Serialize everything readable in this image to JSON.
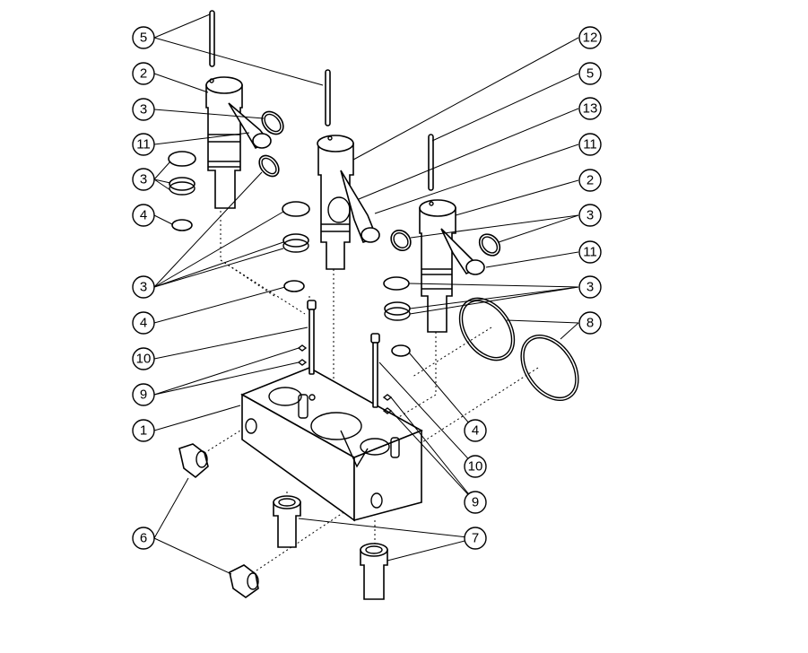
{
  "callouts": [
    {
      "id": "c-5a",
      "label": "5"
    },
    {
      "id": "c-2a",
      "label": "2"
    },
    {
      "id": "c-3a",
      "label": "3"
    },
    {
      "id": "c-11a",
      "label": "11"
    },
    {
      "id": "c-3b",
      "label": "3"
    },
    {
      "id": "c-4a",
      "label": "4"
    },
    {
      "id": "c-3c",
      "label": "3"
    },
    {
      "id": "c-4b",
      "label": "4"
    },
    {
      "id": "c-10a",
      "label": "10"
    },
    {
      "id": "c-9a",
      "label": "9"
    },
    {
      "id": "c-1",
      "label": "1"
    },
    {
      "id": "c-6",
      "label": "6"
    },
    {
      "id": "c-12",
      "label": "12"
    },
    {
      "id": "c-5b",
      "label": "5"
    },
    {
      "id": "c-13",
      "label": "13"
    },
    {
      "id": "c-11b",
      "label": "11"
    },
    {
      "id": "c-2b",
      "label": "2"
    },
    {
      "id": "c-3d",
      "label": "3"
    },
    {
      "id": "c-11c",
      "label": "11"
    },
    {
      "id": "c-3e",
      "label": "3"
    },
    {
      "id": "c-8",
      "label": "8"
    },
    {
      "id": "c-4c",
      "label": "4"
    },
    {
      "id": "c-10b",
      "label": "10"
    },
    {
      "id": "c-9b",
      "label": "9"
    },
    {
      "id": "c-7",
      "label": "7"
    }
  ]
}
